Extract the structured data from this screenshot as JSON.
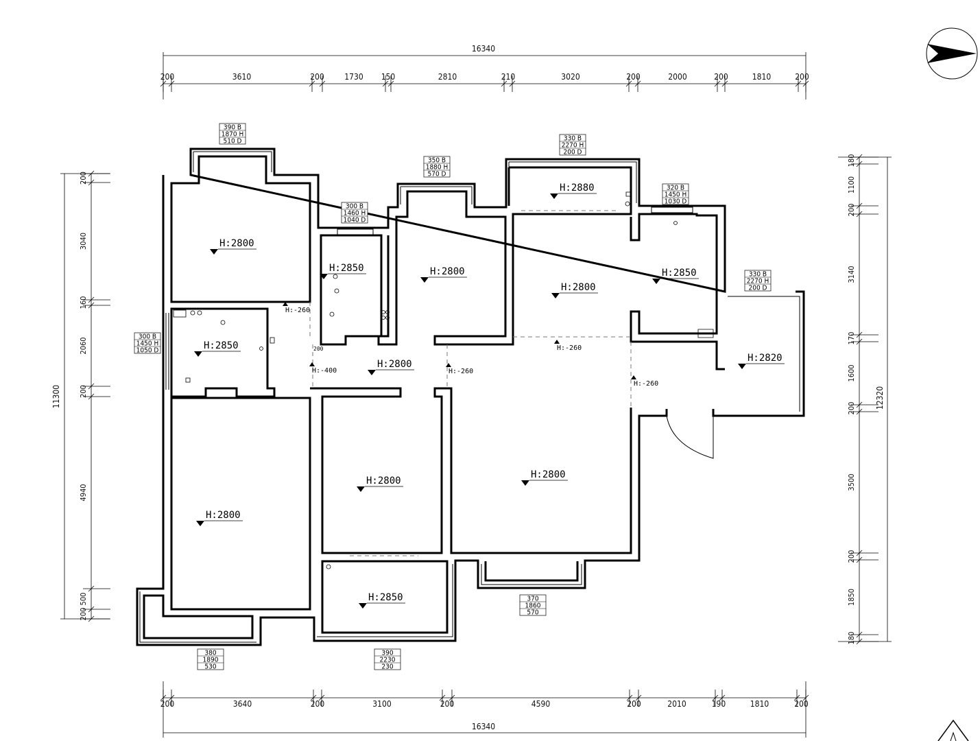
{
  "dimensions": {
    "top_total": "16340",
    "top_segments": [
      "200",
      "3610",
      "200",
      "1730",
      "150",
      "2810",
      "210",
      "3020",
      "200",
      "2000",
      "200",
      "1810",
      "200"
    ],
    "bottom_total": "16340",
    "bottom_segments": [
      "200",
      "3640",
      "200",
      "3100",
      "200",
      "4590",
      "200",
      "2010",
      "190",
      "1810",
      "200"
    ],
    "left_total": "11300",
    "left_segments": [
      "200",
      "3040",
      "160",
      "2060",
      "200",
      "4940",
      "500",
      "200"
    ],
    "right_total": "12320",
    "right_segments": [
      "180",
      "1100",
      "200",
      "3140",
      "170",
      "1600",
      "200",
      "3500",
      "200",
      "1850",
      "180"
    ]
  },
  "rooms": [
    {
      "label": "H:2800"
    },
    {
      "label": "H:2850"
    },
    {
      "label": "H:2800"
    },
    {
      "label": "H:2880"
    },
    {
      "label": "H:2800"
    },
    {
      "label": "H:2850"
    },
    {
      "label": "H:2850"
    },
    {
      "label": "H:2800"
    },
    {
      "label": "H:2820"
    },
    {
      "label": "H:2800"
    },
    {
      "label": "H:2800"
    },
    {
      "label": "H:2800"
    },
    {
      "label": "H:2850"
    }
  ],
  "level_marks": [
    {
      "label": "H:-260"
    },
    {
      "label": "H:-400"
    },
    {
      "label": "H:-260"
    },
    {
      "label": "H:-260"
    },
    {
      "label": "H:-260"
    }
  ],
  "windows": [
    {
      "b": "390 B",
      "h": "1870 H",
      "d": "510 D"
    },
    {
      "b": "350 B",
      "h": "1880 H",
      "d": "570 D"
    },
    {
      "b": "330 B",
      "h": "2270 H",
      "d": "200 D"
    },
    {
      "b": "300 B",
      "h": "1460 H",
      "d": "1040 D"
    },
    {
      "b": "320 B",
      "h": "1450 H",
      "d": "1030 D"
    },
    {
      "b": "330 B",
      "h": "2270 H",
      "d": "200 D"
    },
    {
      "b": "300 B",
      "h": "1450 H",
      "d": "1050 D"
    },
    {
      "b": "370",
      "h": "1860",
      "d": "570"
    },
    {
      "b": "380",
      "h": "1890",
      "d": "530"
    },
    {
      "b": "390",
      "h": "2230",
      "d": "230"
    }
  ],
  "misc": {
    "small_200": "200"
  }
}
